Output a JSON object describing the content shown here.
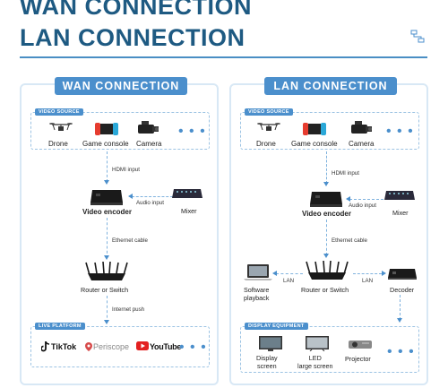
{
  "title_line1": "WAN CONNECTION",
  "title_line2": "LAN CONNECTION",
  "wan": {
    "title": "WAN CONNECTION",
    "video_source_label": "VIDEO SOURCE",
    "sources": [
      "Drone",
      "Game console",
      "Camera"
    ],
    "more": "• • •",
    "hdmi_label": "HDMI input",
    "audio_label": "Audio input",
    "mixer": "Mixer",
    "encoder": "Video encoder",
    "ethernet_label": "Ethernet cable",
    "router": "Router or Switch",
    "internet_label": "Internet push",
    "live_platform_label": "LIVE PLATFORM",
    "platforms": [
      "TikTok",
      "Periscope",
      "YouTube"
    ]
  },
  "lan": {
    "title": "LAN CONNECTION",
    "video_source_label": "VIDEO SOURCE",
    "sources": [
      "Drone",
      "Game console",
      "Camera"
    ],
    "more": "• • •",
    "hdmi_label": "HDMI input",
    "audio_label": "Audio input",
    "mixer": "Mixer",
    "encoder": "Video encoder",
    "ethernet_label": "Ethernet cable",
    "router": "Router or Switch",
    "lan_label": "LAN",
    "software": "Software\nplayback",
    "decoder": "Decoder",
    "display_equipment_label": "DISPLAY EQUIPMENT",
    "displays": [
      "Display\nscreen",
      "LED\nlarge screen",
      "Projector"
    ]
  },
  "colors": {
    "accent": "#4b8fcc",
    "heading": "#1e5a82"
  }
}
